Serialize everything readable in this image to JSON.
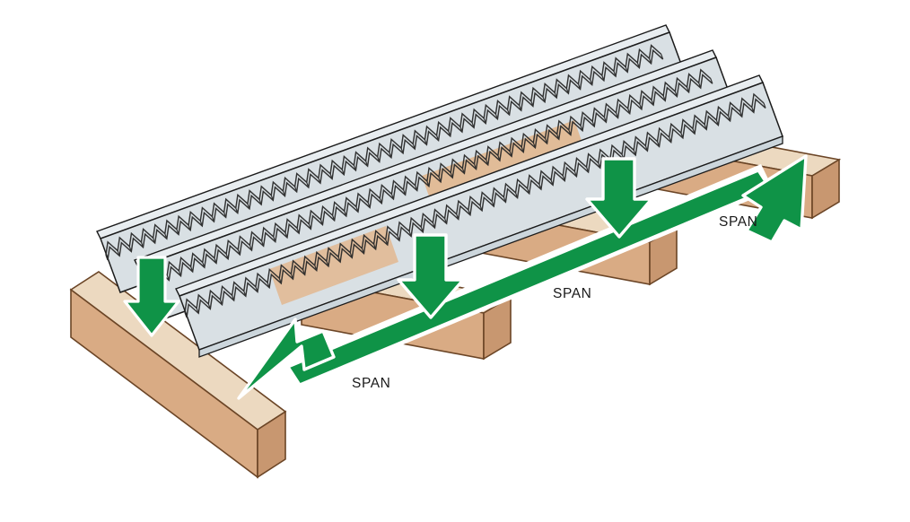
{
  "diagram": {
    "title": "Steel deck over wood joists span diagram",
    "type": "isometric-construction-illustration",
    "background_color": "#ffffff"
  },
  "labels": {
    "span_left": "SPAN",
    "span_middle": "SPAN",
    "span_right": "SPAN"
  },
  "colors": {
    "deck_face": "#d9e0e4",
    "deck_face_light": "#e8edf0",
    "deck_flange": "#ccd6dc",
    "deck_outline": "#1b1b1b",
    "truss_wire": "#2a2a2a",
    "joist_top": "#ecd9c0",
    "joist_front": "#d9ab84",
    "joist_end": "#c89770",
    "joist_outline": "#6b4526",
    "arrow_green": "#0f9347",
    "arrow_outline": "#ffffff",
    "text": "#1a1a1a",
    "background": "#ffffff"
  },
  "elements": {
    "deck_panel_count": 3,
    "joist_count": 4,
    "load_arrow_count": 3,
    "span_arrow_count": 1,
    "deck_panel_names": [
      "deck-panel-back",
      "deck-panel-middle",
      "deck-panel-front"
    ],
    "joist_names": [
      "joist-1-front-left",
      "joist-2",
      "joist-3",
      "joist-4-back-right"
    ]
  }
}
